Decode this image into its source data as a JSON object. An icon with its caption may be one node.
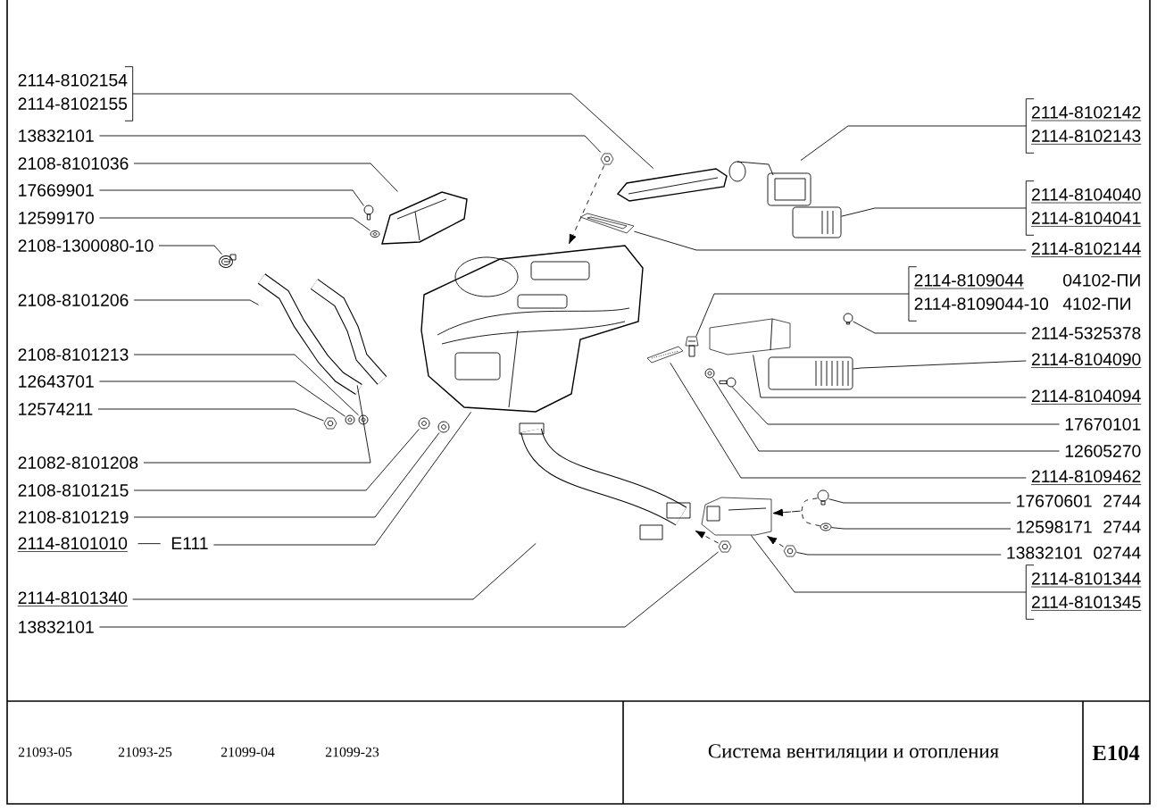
{
  "diagram": {
    "title": "Система вентиляции и отопления",
    "nodes": [
      {
        "text": [
          "2114-8102154",
          "2114-8102155"
        ]
      },
      {
        "text": [
          "13832101"
        ]
      },
      {
        "text": [
          "2108-8101036"
        ]
      },
      {
        "text": [
          "17669901"
        ]
      },
      {
        "text": [
          "12599170"
        ]
      },
      {
        "text": [
          "2108-1300080-10"
        ]
      },
      {
        "text": [
          "2108-8101206"
        ]
      },
      {
        "text": [
          "2108-8101213"
        ]
      },
      {
        "text": [
          "12643701"
        ]
      },
      {
        "text": [
          "12574211"
        ]
      },
      {
        "text": [
          "21082-8101208"
        ]
      },
      {
        "text": [
          "2108-8101215"
        ]
      },
      {
        "text": [
          "2108-8101219"
        ]
      },
      {
        "text": [
          "2114-8101010",
          "E111"
        ]
      },
      {
        "text": [
          "2114-8101340"
        ]
      },
      {
        "text": [
          "13832101"
        ]
      },
      {
        "text": [
          "2114-8102142",
          "2114-8102143"
        ]
      },
      {
        "text": [
          "2114-8104040",
          "2114-8104041"
        ]
      },
      {
        "text": [
          "2114-8102144"
        ]
      },
      {
        "text": [
          "2114-8109044",
          "04102-ПИ",
          "2114-8109044-10",
          "4102-ПИ"
        ]
      },
      {
        "text": [
          "2114-5325378"
        ]
      },
      {
        "text": [
          "2114-8104090"
        ]
      },
      {
        "text": [
          "2114-8104094"
        ]
      },
      {
        "text": [
          "17670101"
        ]
      },
      {
        "text": [
          "12605270"
        ]
      },
      {
        "text": [
          "2114-8109462"
        ]
      },
      {
        "text": [
          "17670601",
          "2744"
        ]
      },
      {
        "text": [
          "12598171",
          "2744"
        ]
      },
      {
        "text": [
          "13832101",
          "02744"
        ]
      },
      {
        "text": [
          "2114-8101344",
          "2114-8101345"
        ]
      },
      {
        "text": [],
        "shape": "picture"
      },
      {
        "text": [],
        "shape": "picture"
      },
      {
        "text": [],
        "shape": "picture"
      },
      {
        "text": [],
        "shape": "picture"
      },
      {
        "text": [],
        "shape": "picture"
      },
      {
        "text": [],
        "shape": "picture"
      },
      {
        "text": [],
        "shape": "picture"
      },
      {
        "text": [],
        "shape": "picture"
      },
      {
        "text": [],
        "shape": "picture"
      },
      {
        "text": [],
        "shape": "picture"
      },
      {
        "text": [],
        "shape": "picture"
      },
      {
        "text": [],
        "shape": "picture"
      },
      {
        "text": [],
        "shape": "picture"
      },
      {
        "text": [],
        "shape": "picture"
      },
      {
        "text": [],
        "shape": "picture"
      },
      {
        "text": [],
        "shape": "picture"
      },
      {
        "text": [],
        "shape": "picture"
      },
      {
        "text": [],
        "shape": "picture"
      },
      {
        "text": [],
        "shape": "picture"
      },
      {
        "text": [],
        "shape": "picture"
      },
      {
        "text": [],
        "shape": "picture"
      },
      {
        "text": [],
        "shape": "picture"
      },
      {
        "text": [],
        "shape": "picture"
      },
      {
        "text": [],
        "shape": "picture"
      },
      {
        "text": [],
        "shape": "picture"
      },
      {
        "text": [],
        "shape": "picture"
      },
      {
        "text": [],
        "shape": "picture"
      },
      {
        "text": [],
        "shape": "picture"
      },
      {
        "text": [],
        "shape": "picture"
      },
      {
        "text": [],
        "shape": "picture"
      }
    ],
    "edges": [
      {
        "from": 0,
        "to": 30,
        "arrow": "none"
      },
      {
        "from": 1,
        "to": 31,
        "arrow": "none"
      },
      {
        "from": 2,
        "to": 32,
        "arrow": "none"
      },
      {
        "from": 3,
        "to": 33,
        "arrow": "none"
      },
      {
        "from": 4,
        "to": 34,
        "arrow": "none"
      },
      {
        "from": 5,
        "to": 35,
        "arrow": "none"
      },
      {
        "from": 6,
        "to": 36,
        "arrow": "none"
      },
      {
        "from": 7,
        "to": 37,
        "arrow": "none"
      },
      {
        "from": 8,
        "to": 38,
        "arrow": "none"
      },
      {
        "from": 9,
        "to": 39,
        "arrow": "none"
      },
      {
        "from": 10,
        "to": 40,
        "arrow": "none"
      },
      {
        "from": 11,
        "to": 41,
        "arrow": "none"
      },
      {
        "from": 12,
        "to": 42,
        "arrow": "none"
      },
      {
        "from": 13,
        "to": 43,
        "arrow": "none"
      },
      {
        "from": 14,
        "to": 44,
        "arrow": "none"
      },
      {
        "from": 15,
        "to": 45,
        "arrow": "none"
      },
      {
        "from": 16,
        "to": 46,
        "arrow": "none"
      },
      {
        "from": 17,
        "to": 47,
        "arrow": "none"
      },
      {
        "from": 18,
        "to": 48,
        "arrow": "none"
      },
      {
        "from": 19,
        "to": 49,
        "arrow": "none"
      },
      {
        "from": 20,
        "to": 50,
        "arrow": "none"
      },
      {
        "from": 21,
        "to": 51,
        "arrow": "none"
      },
      {
        "from": 22,
        "to": 52,
        "arrow": "none"
      },
      {
        "from": 23,
        "to": 53,
        "arrow": "none"
      },
      {
        "from": 24,
        "to": 54,
        "arrow": "none"
      },
      {
        "from": 25,
        "to": 55,
        "arrow": "none"
      },
      {
        "from": 26,
        "to": 56,
        "arrow": "none"
      },
      {
        "from": 27,
        "to": 57,
        "arrow": "none"
      },
      {
        "from": 28,
        "to": 58,
        "arrow": "none"
      },
      {
        "from": 29,
        "to": 59,
        "arrow": "none"
      },
      {
        "from": 31,
        "to": 43,
        "arrow": "to",
        "style": "dashed"
      },
      {
        "from": 45,
        "to": 44,
        "arrow": "to",
        "style": "dashed"
      },
      {
        "from": 56,
        "to": 59,
        "arrow": "to",
        "style": "dashed"
      },
      {
        "from": 57,
        "to": 59,
        "arrow": "to",
        "style": "dashed"
      },
      {
        "from": 58,
        "to": 59,
        "arrow": "to",
        "style": "dashed"
      }
    ],
    "labels": [
      "21093-05",
      "21093-25",
      "21099-04",
      "21099-23",
      "E104"
    ]
  }
}
